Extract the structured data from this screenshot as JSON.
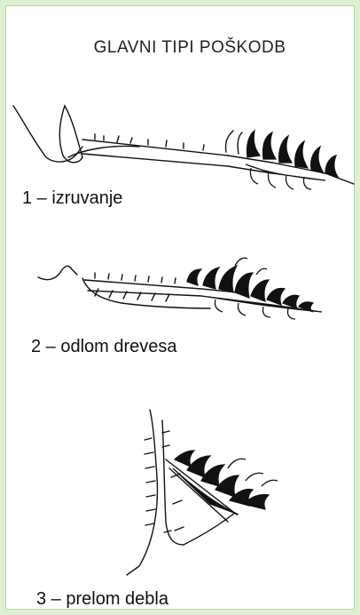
{
  "title": "GLAVNI TIPI POŠKODB",
  "captions": {
    "type1": "1 – izruvanje",
    "type2": "2 – odlom drevesa",
    "type3": "3 – prelom debla"
  },
  "colors": {
    "background": "#dff0d0",
    "ink": "#111111"
  }
}
